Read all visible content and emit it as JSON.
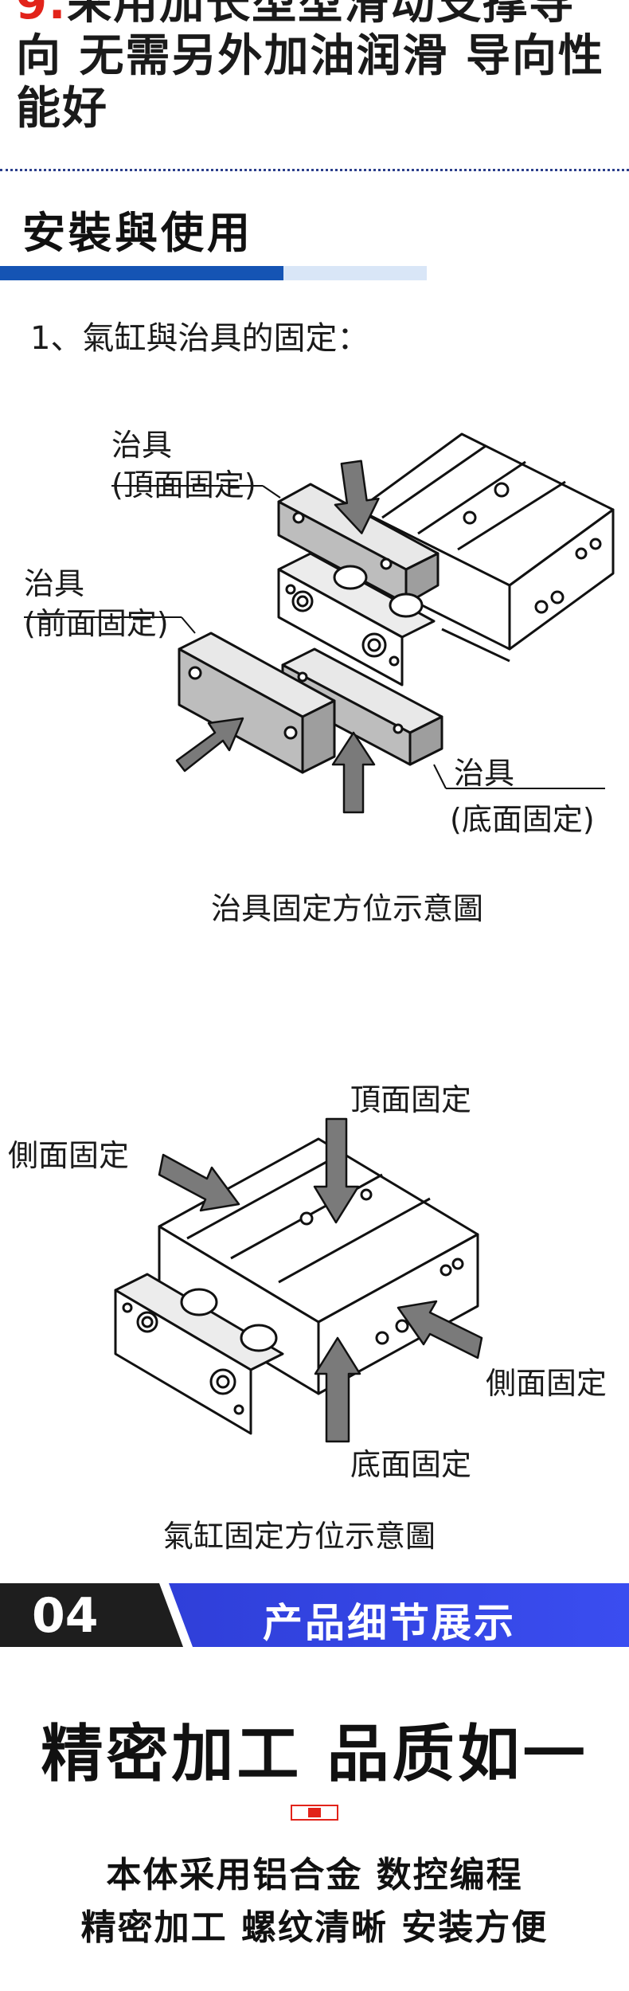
{
  "top_heading": {
    "number": "9.",
    "text": "采用加长型型滑动支撑导向 无需另外加油润滑 导向性能好"
  },
  "section": {
    "title": "安裝與使用"
  },
  "step1": {
    "text": "1、氣缸與治具的固定："
  },
  "diagram1": {
    "label_top": {
      "line1": "治具",
      "line2": "(頂面固定)"
    },
    "label_front": {
      "line1": "治具",
      "line2": "(前面固定)"
    },
    "label_bottom": {
      "line1": "治具",
      "line2": "(底面固定)"
    },
    "caption": "治具固定方位示意圖"
  },
  "diagram2": {
    "label_top": "頂面固定",
    "label_left": "側面固定",
    "label_right": "側面固定",
    "label_bottom": "底面固定",
    "caption": "氣缸固定方位示意圖"
  },
  "banner": {
    "number": "04",
    "title": "产品细节展示"
  },
  "detail": {
    "title": "精密加工 品质如一",
    "line1": "本体采用铝合金 数控编程",
    "line2": "精密加工 螺纹清晰 安装方便"
  },
  "colors": {
    "accent_red": "#e2231a",
    "section_blue": "#1554b4",
    "banner_blue": "#3a4df0",
    "banner_dark": "#1e1e1e"
  }
}
